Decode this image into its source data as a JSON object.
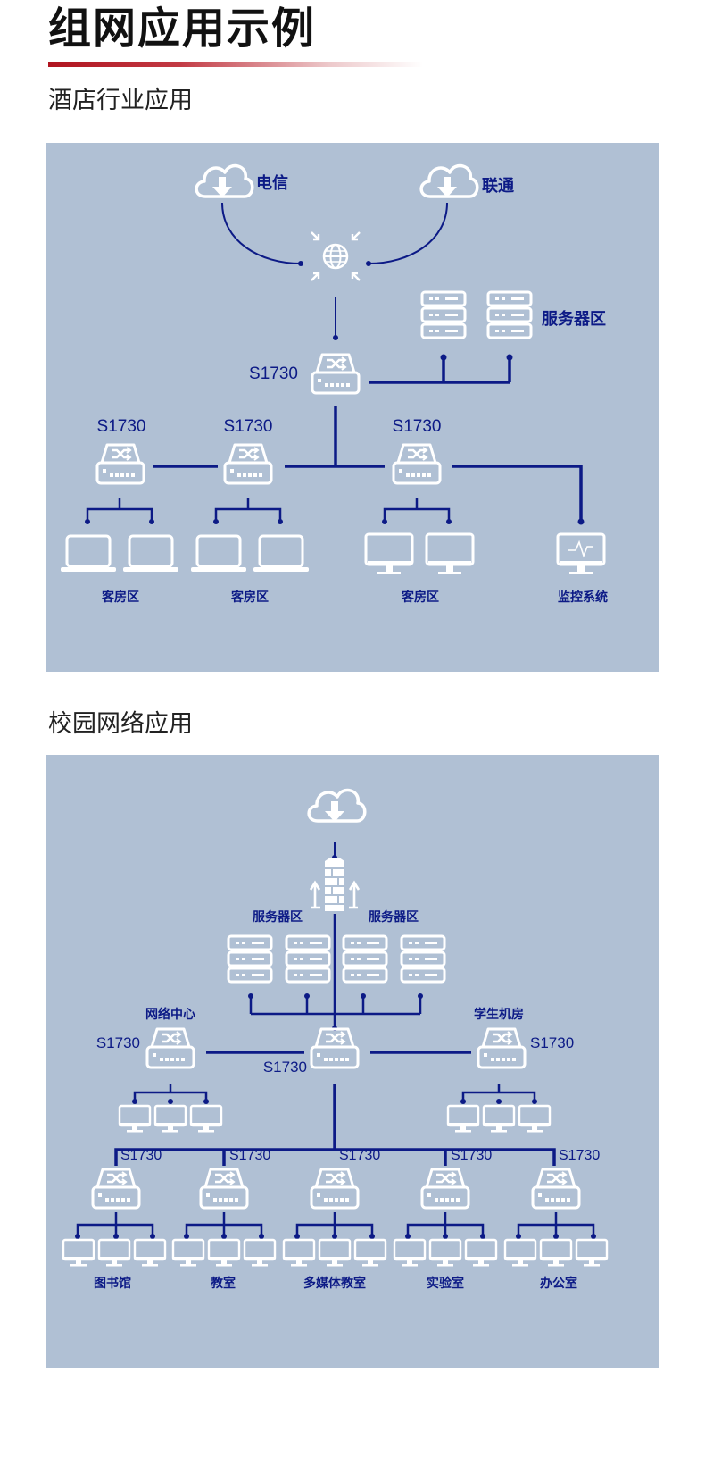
{
  "page": {
    "title": "组网应用示例"
  },
  "hotel": {
    "section_title": "酒店行业应用",
    "isp_left": "电信",
    "isp_right": "联通",
    "server_zone": "服务器区",
    "core_switch": "S1730",
    "access_switches": [
      "S1730",
      "S1730",
      "S1730"
    ],
    "zones": [
      "客房区",
      "客房区",
      "客房区",
      "监控系统"
    ]
  },
  "campus": {
    "section_title": "校园网络应用",
    "server_zones": [
      "服务器区",
      "服务器区"
    ],
    "network_center": "网络中心",
    "student_lab": "学生机房",
    "left_switch": "S1730",
    "core_switch": "S1730",
    "right_switch": "S1730",
    "bottom_switches": [
      "S1730",
      "S1730",
      "S1730",
      "S1730",
      "S1730"
    ],
    "zones": [
      "图书馆",
      "教室",
      "多媒体教室",
      "实验室",
      "办公室"
    ]
  },
  "colors": {
    "panel": "#b0c0d4",
    "line": "#0c1a86",
    "icon": "#ffffff",
    "accent": "#b0141f"
  }
}
